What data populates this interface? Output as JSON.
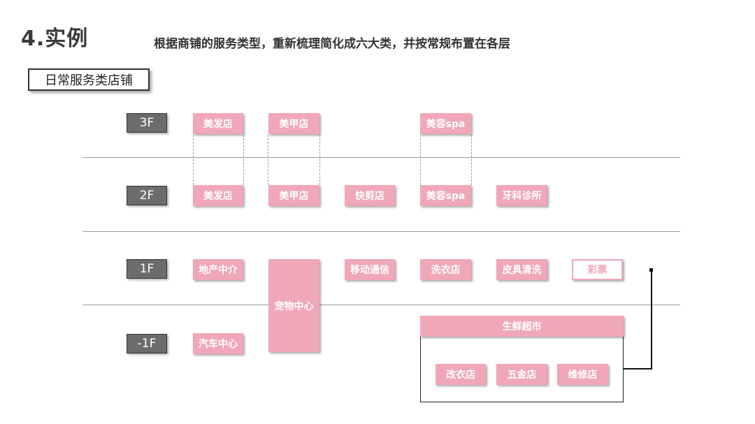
{
  "header": {
    "title": "4.实例",
    "subtitle": "根据商铺的服务类型，重新梳理简化成六大类，并按常规布置在各层"
  },
  "section_label": "日常服务类店铺",
  "floors": {
    "f3": "3F",
    "f2": "2F",
    "f1": "1F",
    "b1": "-1F"
  },
  "stores": {
    "f3_hair": "美发店",
    "f3_nail": "美甲店",
    "f3_spa": "美容spa",
    "f2_hair": "美发店",
    "f2_nail": "美甲店",
    "f2_quickcut": "快剪店",
    "f2_spa": "美容spa",
    "f2_dental": "牙科诊所",
    "f1_realestate": "地产中介",
    "pet_center": "宠物中心",
    "f1_mobile": "移动通信",
    "f1_laundry": "洗衣店",
    "f1_leather": "皮具清洗",
    "f1_lottery": "彩票",
    "b1_car": "汽车中心",
    "supermarket": "生鲜超市",
    "tailor": "改衣店",
    "hardware": "五金店",
    "repair": "维修店"
  },
  "colors": {
    "store_fill": "#f0a7b7",
    "floor_tag": "#6c6c6c"
  }
}
